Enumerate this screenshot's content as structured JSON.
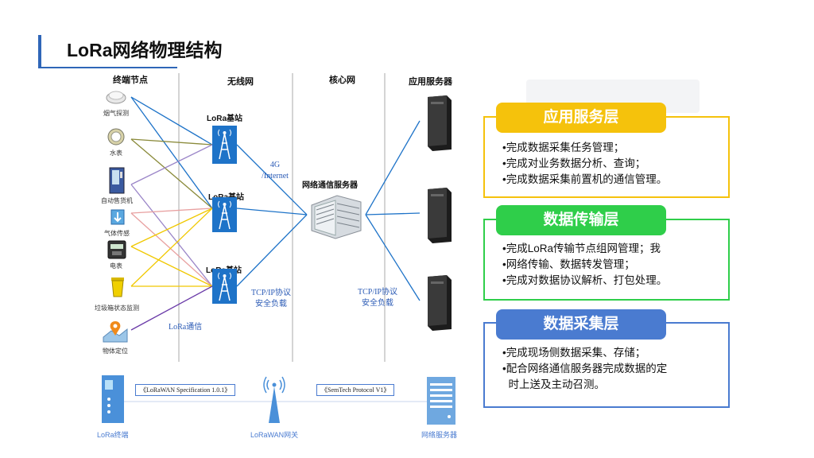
{
  "title": "LoRa网络物理结构",
  "columns": {
    "terminal": "终端节点",
    "wireless": "无线网",
    "core": "核心网",
    "app": "应用服务器"
  },
  "devices": [
    {
      "label": "烟气探测",
      "icon": "smoke-detector-icon"
    },
    {
      "label": "水表",
      "icon": "water-meter-icon"
    },
    {
      "label": "自动售货机",
      "icon": "vending-machine-icon"
    },
    {
      "label": "气体传感",
      "icon": "gas-sensor-icon"
    },
    {
      "label": "电表",
      "icon": "electric-meter-icon"
    },
    {
      "label": "垃圾箱状态监测",
      "icon": "trash-bin-icon"
    },
    {
      "label": "物体定位",
      "icon": "location-pin-icon"
    }
  ],
  "base_stations": [
    "LoRa基站",
    "LoRa基站",
    "LoRa基站"
  ],
  "link_4g": [
    "4G",
    "/Internet"
  ],
  "network_server": "网络通信服务器",
  "tcp_left": [
    "TCP/IP协议",
    "安全负载"
  ],
  "tcp_right": [
    "TCP/IP协议",
    "安全负载"
  ],
  "lora_comm": "LoRa通信",
  "bottom": {
    "spec_left": "《LoRaWAN Specification 1.0.1》",
    "spec_right": "《SemTech Protocol V1》",
    "node_label": "LoRa终端",
    "gateway_label": "LoRaWAN网关",
    "server_label": "网络服务器"
  },
  "layers": [
    {
      "title": "应用服务层",
      "color": "#f5c20c",
      "border": "#f5c20c",
      "bullets": [
        "•完成数据采集任务管理；",
        "•完成对业务数据分析、查询；",
        "•完成数据采集前置机的通信管理。"
      ]
    },
    {
      "title": "数据传输层",
      "color": "#2fce4a",
      "border": "#2fce4a",
      "bullets": [
        "•完成LoRa传输节点组网管理；我",
        "•网络传输、数据转发管理；",
        "•完成对数据协议解析、打包处理。"
      ]
    },
    {
      "title": "数据采集层",
      "color": "#4a7bd0",
      "border": "#4a7bd0",
      "bullets": [
        "•完成现场侧数据采集、存储；",
        "•配合网络通信服务器完成数据的定",
        "  时上送及主动召测。"
      ]
    }
  ],
  "colors": {
    "title_accent": "#2f66b8",
    "base_station": "#1e73c8",
    "label_blue": "#2a5ab5"
  }
}
